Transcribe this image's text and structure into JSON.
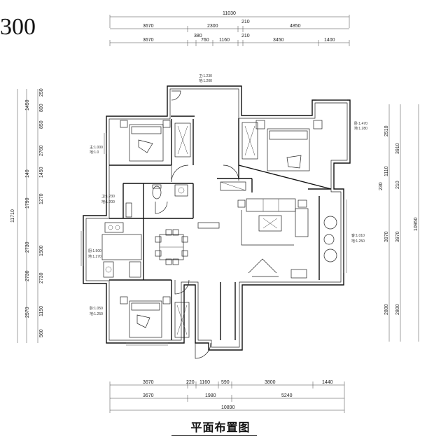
{
  "scale_label": "300",
  "title": "平面布置图",
  "top_dims": {
    "row1": [
      "11030"
    ],
    "row2": [
      "3670",
      "2300",
      "210",
      "4850"
    ],
    "row3": [
      "3670",
      "380",
      "760",
      "1160",
      "210",
      "3450",
      "1400"
    ]
  },
  "bottom_dims": {
    "row1": [
      "3670",
      "220",
      "1160",
      "590",
      "3800",
      "1440"
    ],
    "row2": [
      "3670",
      "1980",
      "5240"
    ],
    "row3": [
      "10890"
    ]
  },
  "left_dims": {
    "outer": [
      "11710"
    ],
    "inner": [
      "250",
      "1450",
      "800",
      "850",
      "2760",
      "140",
      "1450",
      "1270",
      "1790",
      "2730",
      "1500",
      "2730",
      "2730",
      "2570",
      "1150",
      "560"
    ]
  },
  "right_dims": {
    "outer": [
      "10950"
    ],
    "inner": [
      "2510",
      "1110",
      "3970",
      "2800"
    ],
    "extra": [
      "3910",
      "210",
      "230",
      "3970",
      "2800"
    ]
  },
  "room_labels": {
    "top": [
      "卫:1.230",
      "地:1.200"
    ],
    "bed_nw": [
      "主:1.000",
      "地:1.0"
    ],
    "bed_ne": [
      "卧:1.470",
      "地:1.280"
    ],
    "bath": [
      "卫:1.230",
      "地:1.200"
    ],
    "kitchen": [
      "厨:1.500",
      "地:1.270"
    ],
    "living": [
      "客:1.010",
      "地:1.250"
    ],
    "bed_sw": [
      "卧:1.050",
      "地:1.250"
    ]
  }
}
